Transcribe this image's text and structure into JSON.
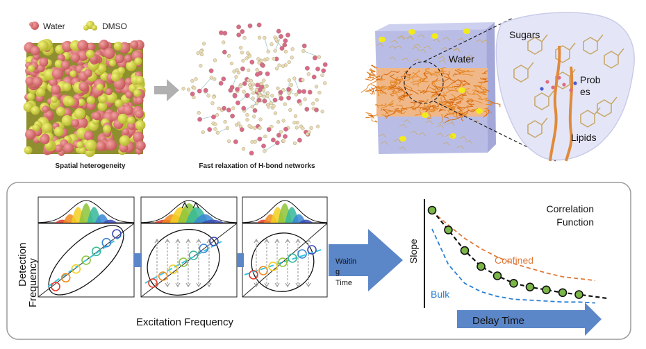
{
  "top_panels": {
    "legend_water": "Water",
    "legend_dmso": "DMSO",
    "caption_spatial": "Spatial heterogeneity",
    "caption_fast": "Fast relaxation of H-bond networks",
    "membrane_labels": {
      "water": "Water",
      "sugars": "Sugars",
      "probes_line1": "Prob",
      "probes_line2": "es",
      "lipids": "Lipids"
    }
  },
  "bottom_panel": {
    "axis_x": "Excitation Frequency",
    "axis_y_line1": "Detection",
    "axis_y_line2": "Frequency",
    "arrow_line1": "Waitin",
    "arrow_line2": "g",
    "arrow_line3": "Time",
    "corr_title_line1": "Correlation",
    "corr_title_line2": "Function",
    "corr_ylabel": "Slope",
    "corr_xlabel": "Delay Time",
    "confined_label": "Confined",
    "bulk_label": "Bulk"
  },
  "colors": {
    "water_red": "#d9686a",
    "dmso_yellow": "#d4d43a",
    "lipid_orange": "#e07a1e",
    "membrane_lavender": "#b9bde6",
    "arrow_blue": "#5b86c8",
    "confined_orange": "#e07a3a",
    "bulk_blue": "#2a7fd4",
    "marker_green": "#7ab648"
  },
  "chart_data": {
    "type": "scatter",
    "title": "Correlation Function",
    "xlabel": "Delay Time",
    "ylabel": "Slope",
    "points": [
      {
        "x": 0,
        "y": 1.0
      },
      {
        "x": 1,
        "y": 0.79
      },
      {
        "x": 2,
        "y": 0.57
      },
      {
        "x": 3,
        "y": 0.4
      },
      {
        "x": 4,
        "y": 0.3
      },
      {
        "x": 5,
        "y": 0.22
      },
      {
        "x": 6,
        "y": 0.18
      },
      {
        "x": 7,
        "y": 0.15
      },
      {
        "x": 8,
        "y": 0.12
      },
      {
        "x": 9,
        "y": 0.1
      }
    ],
    "series": [
      {
        "name": "Confined",
        "values": [
          0.99,
          0.84,
          0.7,
          0.59,
          0.5,
          0.43,
          0.38,
          0.33,
          0.29,
          0.27,
          0.25
        ]
      },
      {
        "name": "Bulk",
        "values": [
          0.8,
          0.42,
          0.22,
          0.13,
          0.08,
          0.05,
          0.04,
          0.03,
          0.02,
          0.02,
          0.01
        ]
      }
    ]
  }
}
